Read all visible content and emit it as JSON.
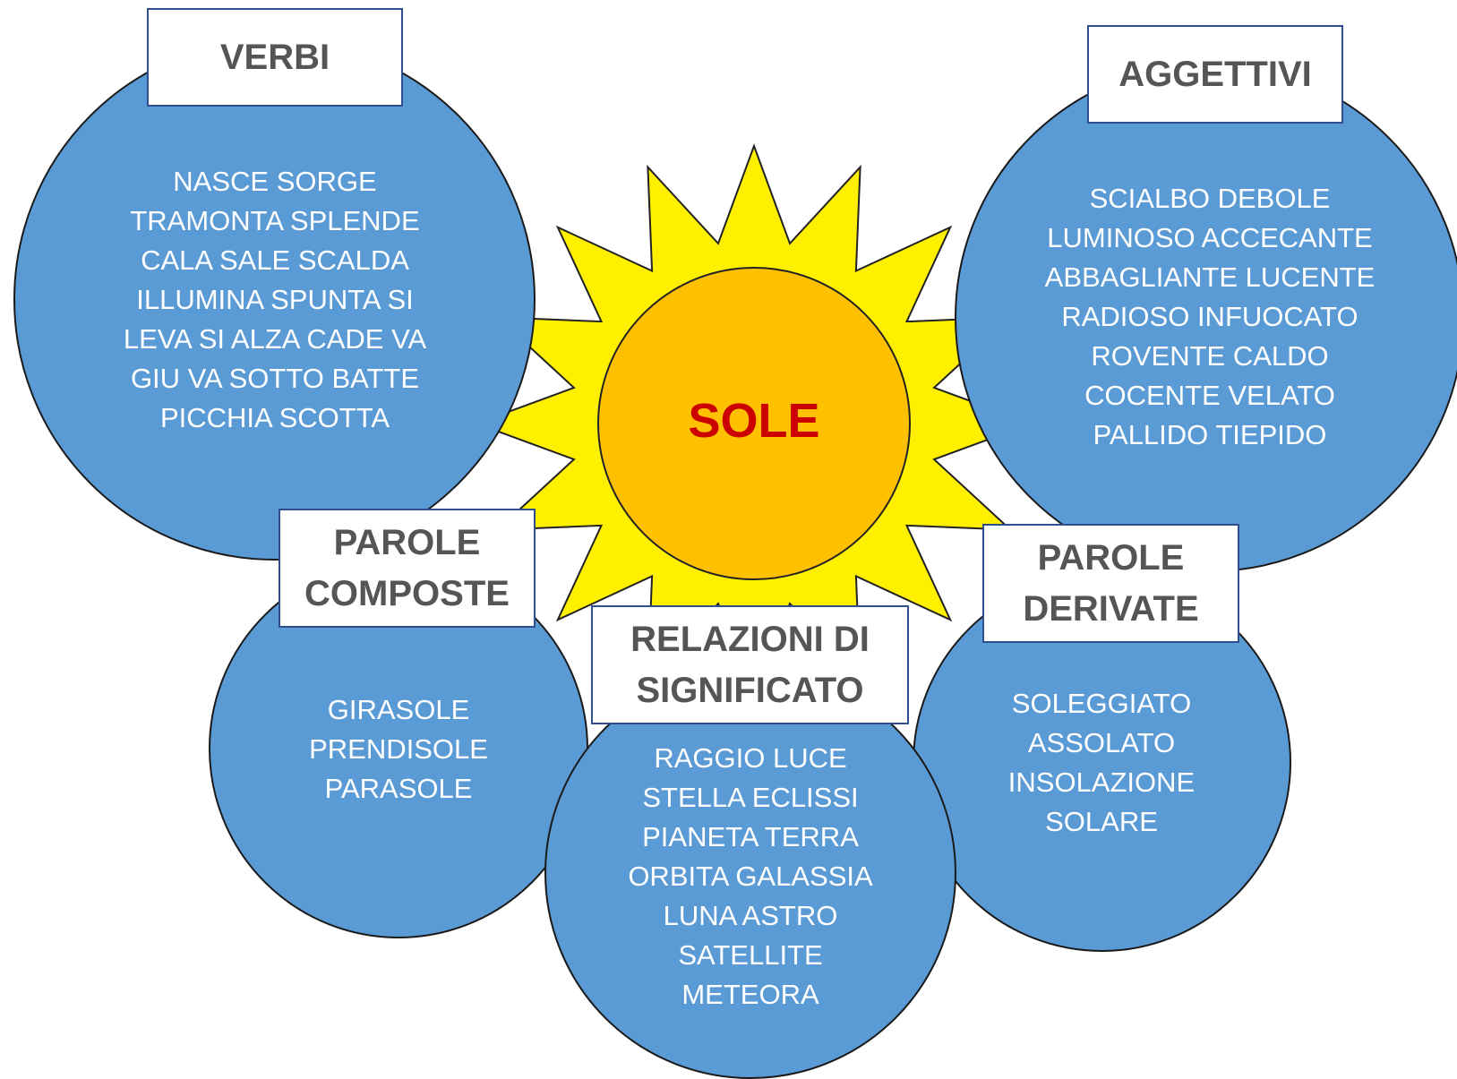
{
  "center": {
    "title": "SOLE"
  },
  "groups": {
    "verbi": {
      "title": [
        "VERBI"
      ],
      "words": [
        "NASCE SORGE",
        "TRAMONTA SPLENDE",
        "CALA SALE SCALDA",
        "ILLUMINA SPUNTA SI",
        "LEVA SI ALZA CADE VA",
        "GIU VA SOTTO BATTE",
        "PICCHIA SCOTTA"
      ]
    },
    "aggettivi": {
      "title": [
        "AGGETTIVI"
      ],
      "words": [
        "SCIALBO DEBOLE",
        "LUMINOSO ACCECANTE",
        "ABBAGLIANTE LUCENTE",
        "RADIOSO INFUOCATO",
        "ROVENTE CALDO",
        "COCENTE VELATO",
        "PALLIDO TIEPIDO"
      ]
    },
    "composte": {
      "title": [
        "PAROLE",
        "COMPOSTE"
      ],
      "words": [
        "GIRASOLE",
        "PRENDISOLE",
        "PARASOLE"
      ]
    },
    "relazioni": {
      "title": [
        "RELAZIONI DI",
        "SIGNIFICATO"
      ],
      "words": [
        "RAGGIO LUCE",
        "STELLA ECLISSI",
        "PIANETA TERRA",
        "ORBITA GALASSIA",
        "LUNA ASTRO",
        "SATELLITE",
        "METEORA"
      ]
    },
    "derivate": {
      "title": [
        "PAROLE",
        "DERIVATE"
      ],
      "words": [
        "SOLEGGIATO",
        "ASSOLATO",
        "INSOLAZIONE",
        "SOLARE"
      ]
    }
  },
  "colors": {
    "circle_fill": "#5b9bd5",
    "sun_rays": "#fff000",
    "sun_core": "#ffc000",
    "center_text": "#cc0000",
    "label_text": "#555555",
    "label_border": "#2f4f8f"
  }
}
